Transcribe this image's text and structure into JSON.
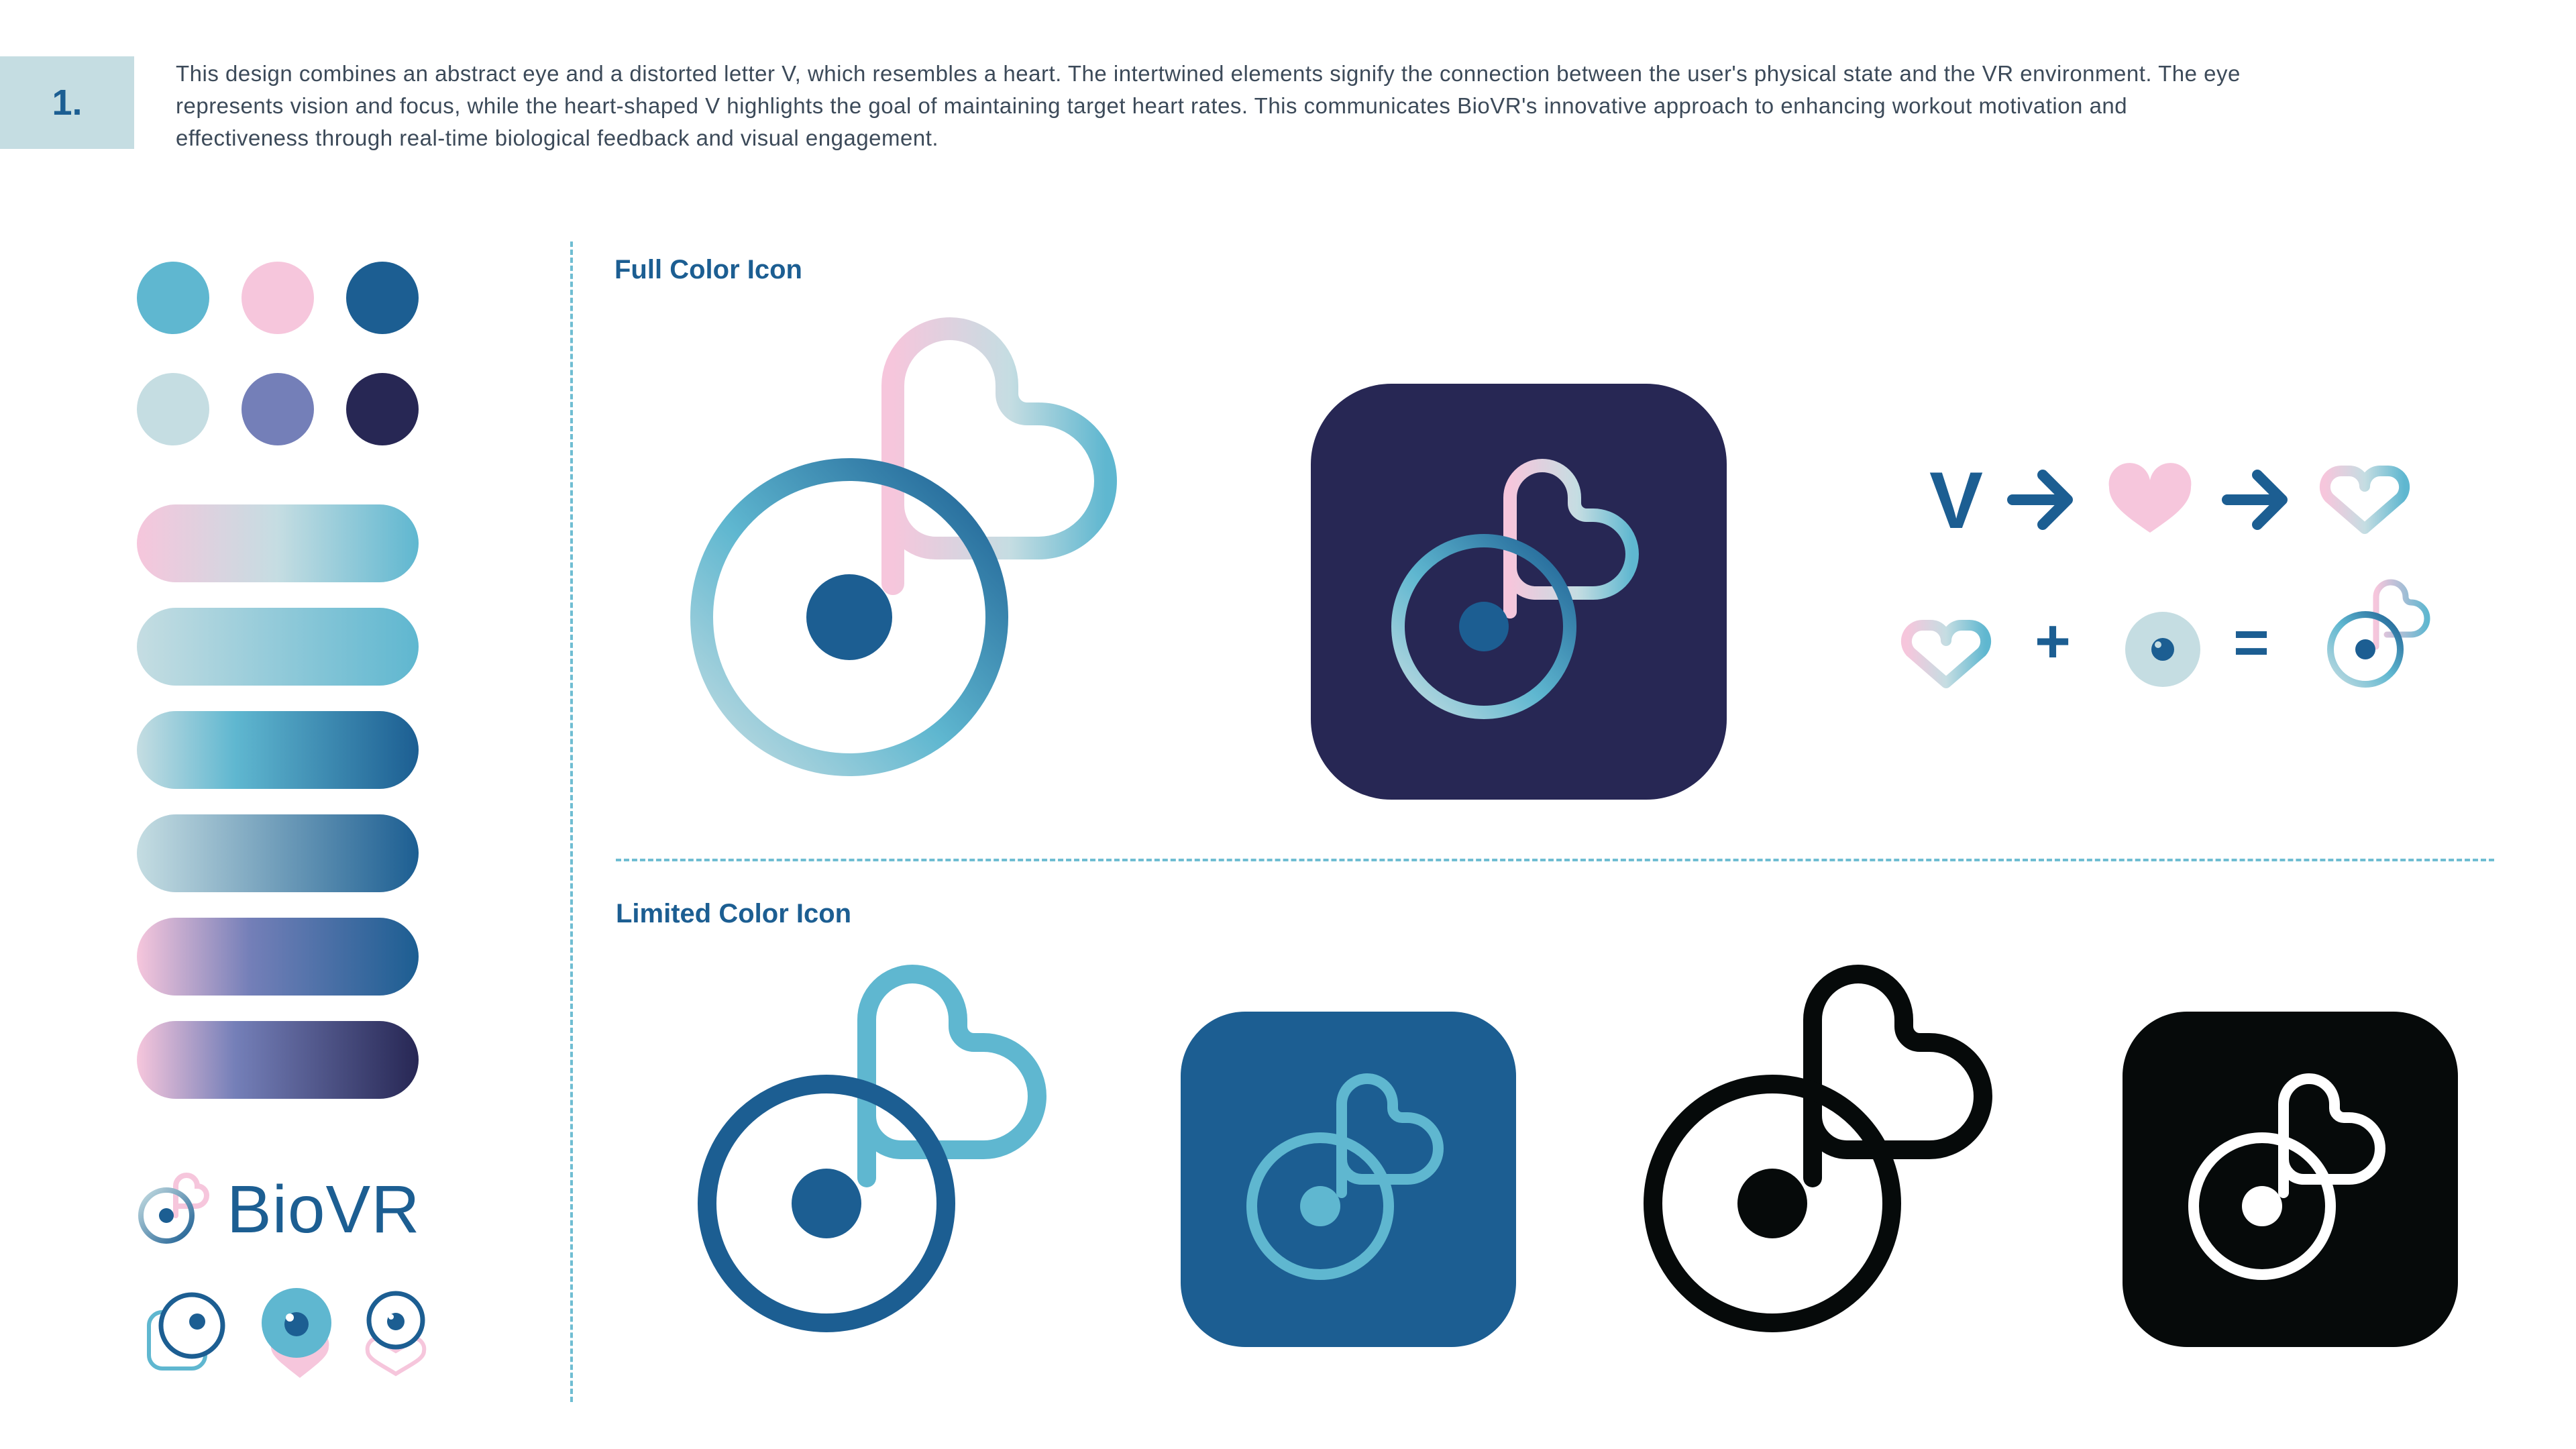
{
  "header": {
    "step_number": "1.",
    "description": "This design combines an abstract eye and a distorted letter V, which resembles a heart. The intertwined elements signify the connection between the user's physical state and the VR environment. The eye represents vision and focus, while the heart-shaped V highlights the goal of maintaining target heart rates. This communicates BioVR's innovative approach to enhancing workout motivation and effectiveness through real-time biological feedback and visual engagement."
  },
  "palette": {
    "colors": [
      "#5fb7d0",
      "#f6c6dc",
      "#1c5e92",
      "#c5dde2",
      "#747fb8",
      "#272754"
    ],
    "gradients": [
      [
        "#f6c6dc",
        "#c5dde2",
        "#5fb7d0"
      ],
      [
        "#c5dde2",
        "#5fb7d0"
      ],
      [
        "#c5dde2",
        "#5fb7d0",
        "#1c5e92"
      ],
      [
        "#c5dde2",
        "#1c5e92"
      ],
      [
        "#f6c6dc",
        "#747fb8",
        "#1c5e92"
      ],
      [
        "#f6c6dc",
        "#747fb8",
        "#272754"
      ]
    ]
  },
  "brand": {
    "wordmark": "BioVR"
  },
  "sections": {
    "full_color_label": "Full Color Icon",
    "limited_color_label": "Limited Color Icon"
  },
  "equation": {
    "letter": "V",
    "plus": "+",
    "equals": "="
  },
  "colors": {
    "navy": "#272754",
    "blue": "#1c5e92",
    "cyan": "#5fb7d0",
    "pink": "#f6c6dc",
    "light": "#c5dde2",
    "black": "#060a0a"
  }
}
